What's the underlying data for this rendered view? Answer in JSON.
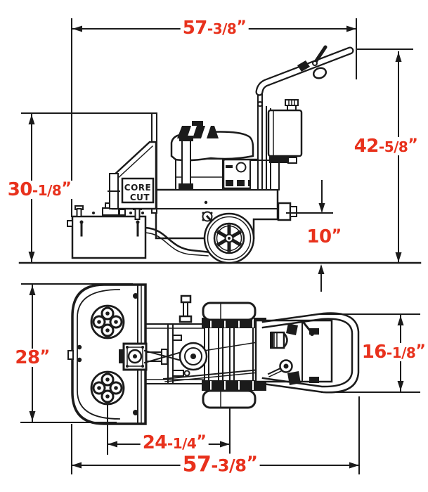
{
  "brand": {
    "line1": "CORE",
    "line2": "CUT"
  },
  "colors": {
    "dimension_text": "#e8311c",
    "line_art": "#1b1b1b",
    "background": "#ffffff"
  },
  "dimensions": {
    "top_width": {
      "big": "57",
      "small": "-3/8",
      "quote": "”"
    },
    "overall_height": {
      "big": "42",
      "small": "-5/8",
      "quote": "”"
    },
    "body_height": {
      "big": "30",
      "small": "-1/8",
      "quote": "”"
    },
    "frame_height": {
      "big": "10",
      "small": "",
      "quote": "”"
    },
    "deck_width": {
      "big": "28",
      "small": "",
      "quote": "”"
    },
    "handle_width": {
      "big": "16",
      "small": "-1/8",
      "quote": "”"
    },
    "head_to_axle": {
      "big": "24",
      "small": "-1/4",
      "quote": "”"
    },
    "bottom_width": {
      "big": "57",
      "small": "-3/8",
      "quote": "”"
    }
  }
}
